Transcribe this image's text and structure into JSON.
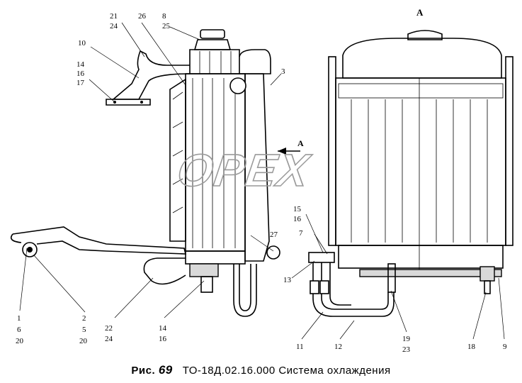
{
  "caption": {
    "prefix": "Рис.",
    "number": "69",
    "text": "ТО-18Д.02.16.000 Система охлаждения"
  },
  "view_marks": {
    "section_label": "А",
    "arrow_label": "А"
  },
  "watermark": "OPEX",
  "callouts_left": [
    {
      "id": "c21",
      "text": "21"
    },
    {
      "id": "c24a",
      "text": "24"
    },
    {
      "id": "c26",
      "text": "26"
    },
    {
      "id": "c8",
      "text": "8"
    },
    {
      "id": "c25",
      "text": "25"
    },
    {
      "id": "c10",
      "text": "10"
    },
    {
      "id": "c14a",
      "text": "14"
    },
    {
      "id": "c16a",
      "text": "16"
    },
    {
      "id": "c17",
      "text": "17"
    },
    {
      "id": "c3",
      "text": "3"
    },
    {
      "id": "c27",
      "text": "27"
    },
    {
      "id": "c1",
      "text": "1"
    },
    {
      "id": "c6",
      "text": "6"
    },
    {
      "id": "c20a",
      "text": "20"
    },
    {
      "id": "c2",
      "text": "2"
    },
    {
      "id": "c5",
      "text": "5"
    },
    {
      "id": "c20b",
      "text": "20"
    },
    {
      "id": "c22",
      "text": "22"
    },
    {
      "id": "c24b",
      "text": "24"
    },
    {
      "id": "c14b",
      "text": "14"
    },
    {
      "id": "c16b",
      "text": "16"
    }
  ],
  "callouts_right": [
    {
      "id": "c15",
      "text": "15"
    },
    {
      "id": "c16c",
      "text": "16"
    },
    {
      "id": "c7",
      "text": "7"
    },
    {
      "id": "c13",
      "text": "13"
    },
    {
      "id": "c11",
      "text": "11"
    },
    {
      "id": "c12",
      "text": "12"
    },
    {
      "id": "c19",
      "text": "19"
    },
    {
      "id": "c23",
      "text": "23"
    },
    {
      "id": "c18",
      "text": "18"
    },
    {
      "id": "c9",
      "text": "9"
    }
  ]
}
